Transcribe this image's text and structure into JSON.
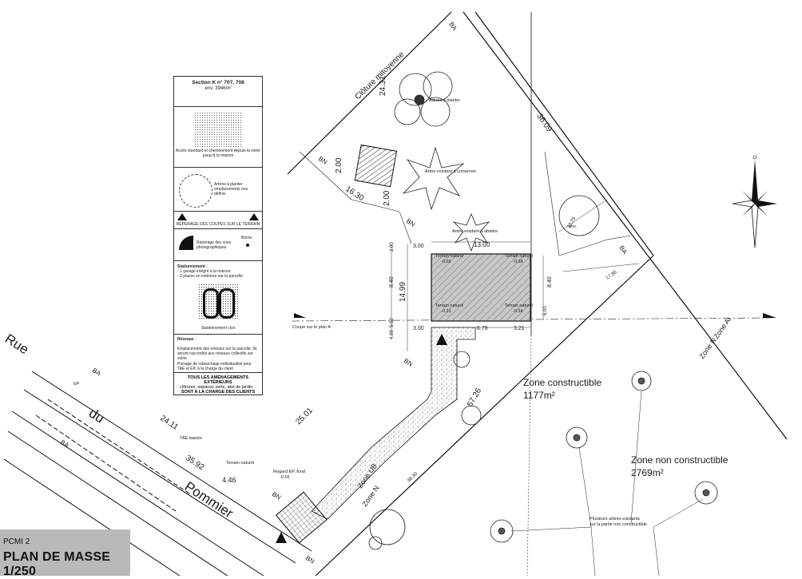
{
  "sheet": {
    "code": "PCMI 2",
    "title": "PLAN DE MASSE 1/250"
  },
  "street": {
    "w1": "Rue",
    "w2": "du",
    "w3": "Pommier"
  },
  "boundary": {
    "label": "Clôture mitoyenne"
  },
  "zones": {
    "constructible": {
      "name": "Zone constructible",
      "area": "1177m²"
    },
    "non_constructible": {
      "name": "Zone non constructible",
      "area": "2769m²"
    },
    "ai": "Zone Ai",
    "n": "Zone N",
    "ub": "Zone UB",
    "n2": "Zone N"
  },
  "dimensions": {
    "d2431": "24.31",
    "d3609": "36.09",
    "d200a": "2.00",
    "d1630": "16.30",
    "d200b": "2.00",
    "d1300": "13.00",
    "d1499": "14.99",
    "d840a": "8.40",
    "d840b": "8.40",
    "d300a": "3.00",
    "d300b": "3.00",
    "d200c": "2.00",
    "d409": "4.09",
    "d600": "6.00",
    "d500": "5.00",
    "d678": "6.78",
    "d321": "3.21",
    "d2501": "25.01",
    "d5726": "57.26",
    "d2411": "24.11",
    "d3592": "35.92",
    "d446": "4.46",
    "d1786": "17.86",
    "d1279": "12.79",
    "d3830": "38.30"
  },
  "markers": {
    "bn": "BN",
    "ba": "BA"
  },
  "annotations": {
    "arbres_planter": "Arbres à planter",
    "arbre_conserver": "Arbre existant à conserver",
    "arbre_abattre": "Arbre existant à abattre",
    "terrain_naturel_1": "Terrain naturel",
    "tn1_val": "-0.05",
    "terrain_naturel_2": "Terrain naturel",
    "tn2_val": "-0.38",
    "terrain_naturel_3": "Terrain naturel",
    "tn3_val": "-0.31",
    "terrain_naturel_4": "Terrain naturel",
    "tn4_val": "-0.34",
    "coupe": "Coupe sur le plan A",
    "plusieurs": "Plusieurs arbres existants",
    "plusieurs2": "sur la partie non constructible",
    "regard": "Regard EP, fond",
    "regard_val": "-0.55",
    "terrain_naturel_5": "Terrain naturel",
    "tae": "TAE bassin",
    "ep": "EP",
    "emv": "env.",
    "borne": "Borne"
  },
  "legend": {
    "section_title": "Section K n° 707, 708",
    "section_area": "env. 3946m²",
    "acces": "Accès standard et cheminement depuis la voirie jusqu'à la maison",
    "arbres": "Arbres à planter emplacements non définis",
    "reperage_coupes": "REPÉRAGE DES COUPES SUR LE TERRAIN",
    "reperage_vues": "Repérage des vues photographiques",
    "borne": "Borne",
    "stationnement_title": "Stationnement :",
    "stationnement_1": "- 1 garage intégré à la maison",
    "stationnement_2": "- 2 places en extérieur sur la parcelle",
    "stationnement_clos": "Stationnement clos",
    "reseaux": "Réseaux :",
    "reseaux_1": "Emplacement des réseaux sur la parcelle. Ils seront raccordés aux réseaux collectifs sur voirie",
    "reseaux_2": "Puisage de rebouchage individualisé pour TAE et EP, à la charge du client",
    "footer_1": "TOUS LES AMÉNAGEMENTS EXTÉRIEURS",
    "footer_2": "clôtures, espaces verts, abri de jardin...",
    "footer_3": "SONT A LA CHARGE DES CLIENTS"
  },
  "colors": {
    "ink": "#1a1a1a",
    "stamp_bg": "#b9b9b9",
    "house_fill": "#c8c8c8"
  }
}
